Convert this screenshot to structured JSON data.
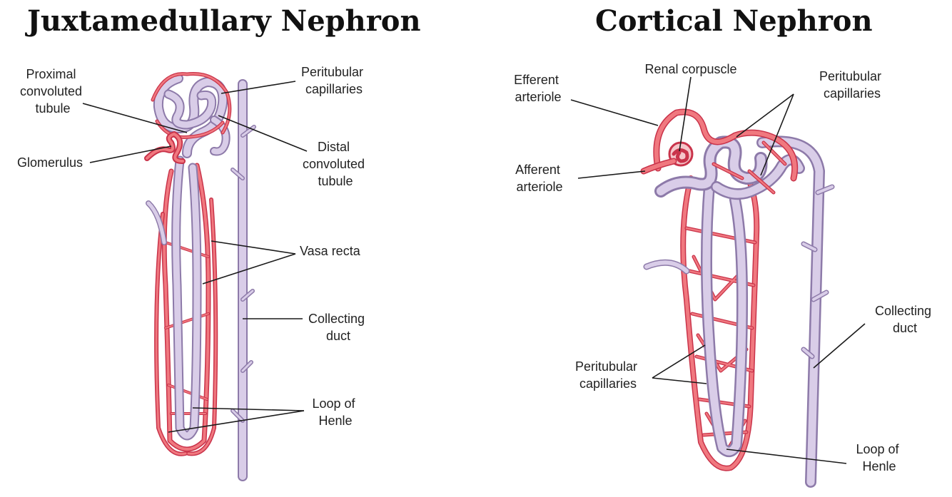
{
  "panels": {
    "left": {
      "title": "Juxtamedullary Nephron",
      "labels": {
        "proximal": [
          "Proximal",
          "convoluted",
          "tubule"
        ],
        "glomerulus": [
          "Glomerulus"
        ],
        "peritubular": [
          "Peritubular",
          "capillaries"
        ],
        "distal": [
          "Distal",
          "convoluted",
          "tubule"
        ],
        "vasa_recta": [
          "Vasa recta"
        ],
        "collecting": [
          "Collecting",
          "duct"
        ],
        "loop": [
          "Loop of",
          "Henle"
        ]
      }
    },
    "right": {
      "title": "Cortical Nephron",
      "labels": {
        "efferent": [
          "Efferent",
          "arteriole"
        ],
        "renal_corpuscle": [
          "Renal corpuscle"
        ],
        "peritubular_top": [
          "Peritubular",
          "capillaries"
        ],
        "afferent": [
          "Afferent",
          "arteriole"
        ],
        "peritubular_mid": [
          "Peritubular",
          "capillaries"
        ],
        "collecting": [
          "Collecting",
          "duct"
        ],
        "loop": [
          "Loop of",
          "Henle"
        ]
      }
    }
  },
  "colors": {
    "tubule": "#c9b8dd",
    "tubule_outline": "#8d7aa9",
    "vessel": "#f0787f",
    "vessel_outline": "#c9334a",
    "afferent_dark": "#b82235"
  }
}
